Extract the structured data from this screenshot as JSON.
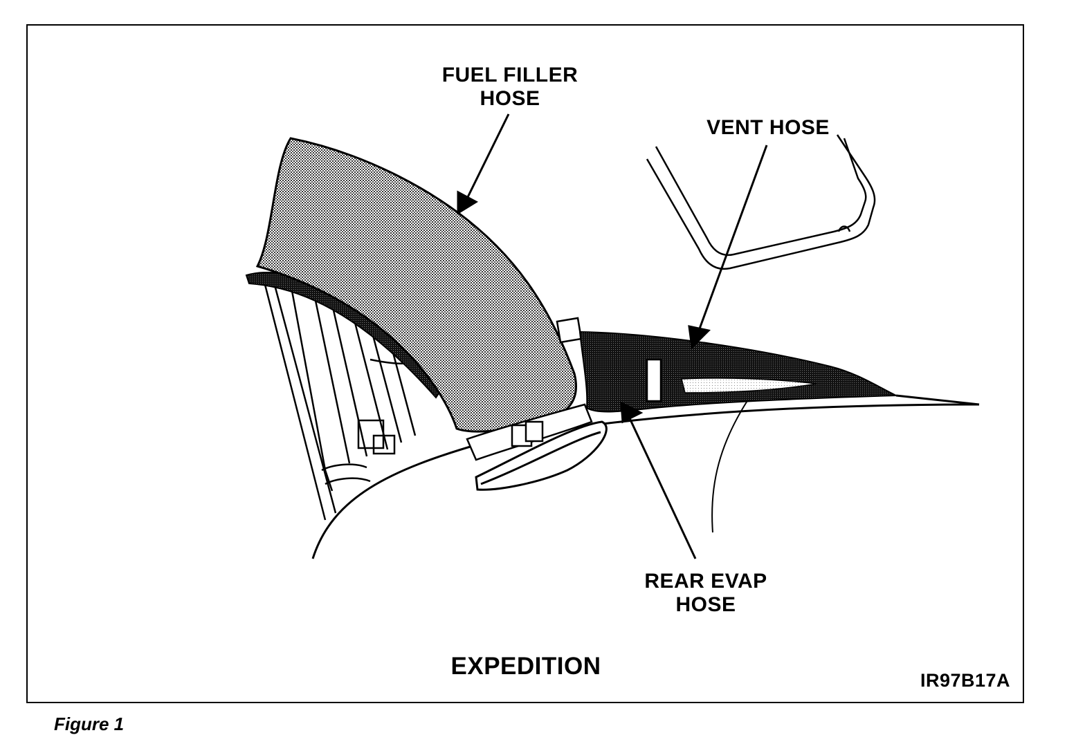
{
  "figure": {
    "caption": "Figure 1",
    "model": "EXPEDITION",
    "reference_code": "IR97B17A"
  },
  "callouts": {
    "fuel_filler_hose": [
      "FUEL FILLER",
      "HOSE"
    ],
    "vent_hose": [
      "VENT HOSE"
    ],
    "rear_evap_hose": [
      "REAR EVAP",
      "HOSE"
    ]
  },
  "colors": {
    "ink": "#000000",
    "paper": "#ffffff",
    "filler_shading": "#9a9a9a",
    "evap_shading": "#2a2a2a"
  }
}
